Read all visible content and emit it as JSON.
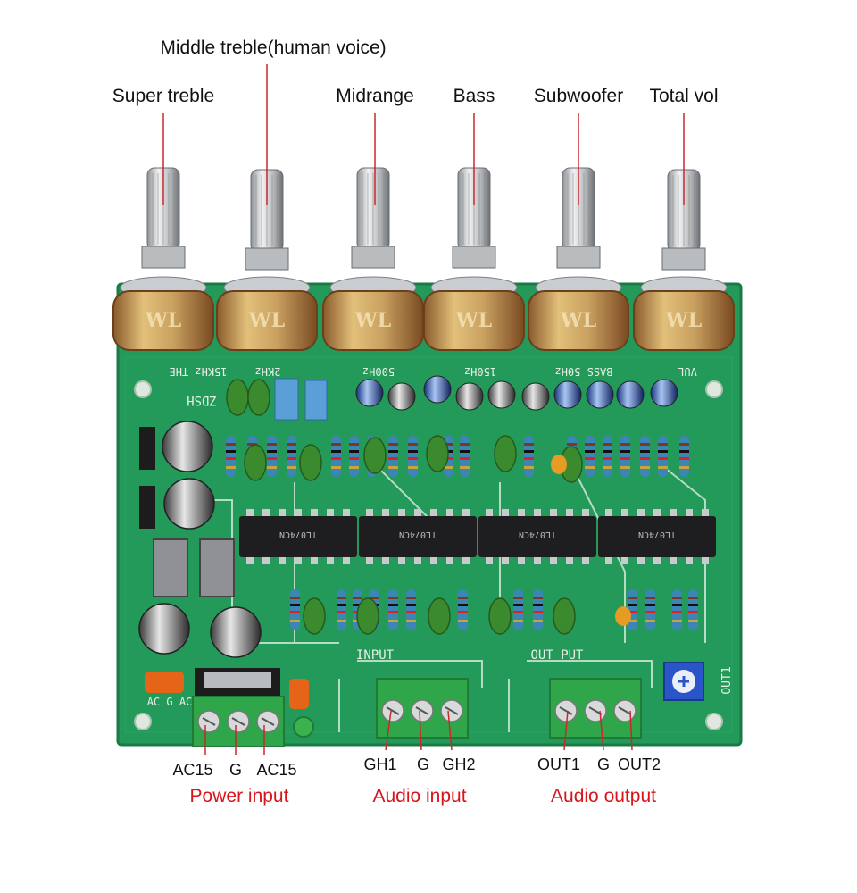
{
  "knob_labels": {
    "super_treble": "Super treble",
    "middle_treble": "Middle treble(human voice)",
    "midrange": "Midrange",
    "bass": "Bass",
    "subwoofer": "Subwoofer",
    "total_vol": "Total vol"
  },
  "board_silk": {
    "freq_15k": "15KHz THE",
    "freq_2k": "2KHz",
    "freq_500": "500Hz",
    "freq_150": "150Hz",
    "freq_50": "BASS 50Hz",
    "vol": "VUL",
    "input": "INPUT",
    "output": "OUT PUT",
    "out1_side": "OUT1",
    "power_pins": "AC G AC",
    "brand": "ZDSH",
    "chip": "TL074CN",
    "pot_brand": "WL"
  },
  "terminal_pins": {
    "power": [
      "AC15",
      "G",
      "AC15"
    ],
    "input": [
      "GH1",
      "G",
      "GH2"
    ],
    "output": [
      "OUT1",
      "G",
      "OUT2"
    ]
  },
  "group_labels": {
    "power": "Power input",
    "input": "Audio input",
    "output": "Audio output"
  },
  "colors": {
    "pcb": "#23995a",
    "pcb_edge": "#1a7a46",
    "label_red": "#d8141c",
    "pointer": "#c9272b",
    "terminal": "#2fa64a"
  }
}
